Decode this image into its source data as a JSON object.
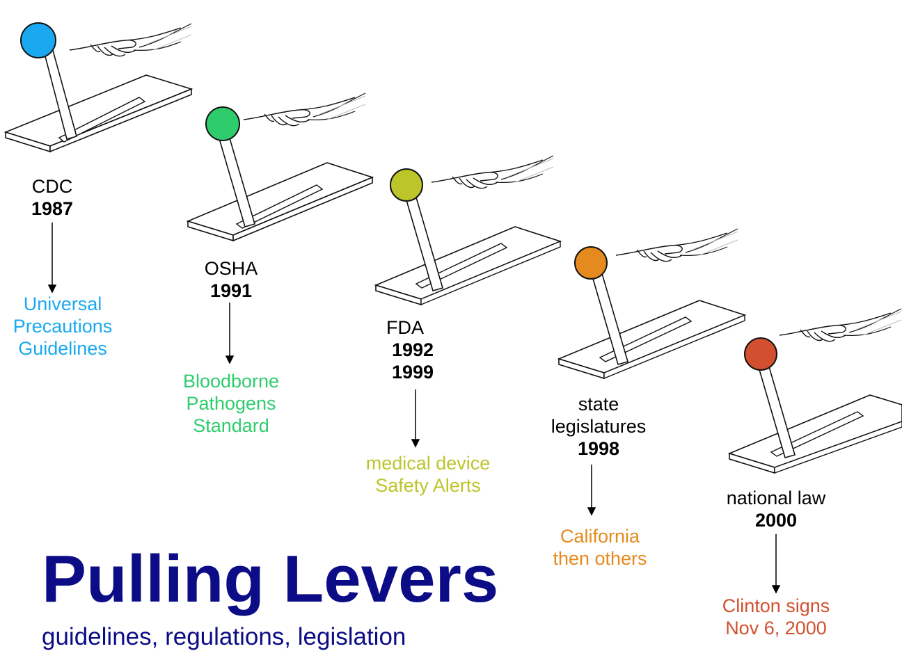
{
  "title": "Pulling Levers",
  "subtitle": "guidelines, regulations, legislation",
  "levers": [
    {
      "agency": "CDC",
      "years": [
        "1987"
      ],
      "result": [
        "Universal",
        "Precautions",
        "Guidelines"
      ],
      "color": "#1aa9f0"
    },
    {
      "agency": "OSHA",
      "years": [
        "1991"
      ],
      "result": [
        "Bloodborne",
        "Pathogens",
        "Standard"
      ],
      "color": "#2fcc6e"
    },
    {
      "agency": "FDA",
      "years": [
        "1992",
        "1999"
      ],
      "result": [
        "medical device",
        "Safety Alerts"
      ],
      "color": "#bcc52a"
    },
    {
      "agency": [
        "state",
        "legislatures"
      ],
      "years": [
        "1998"
      ],
      "result": [
        "California",
        "then others"
      ],
      "color": "#e58a1f"
    },
    {
      "agency": "national law",
      "years": [
        "2000"
      ],
      "result": [
        "Clinton signs",
        "Nov 6, 2000"
      ],
      "color": "#d2502f"
    }
  ]
}
